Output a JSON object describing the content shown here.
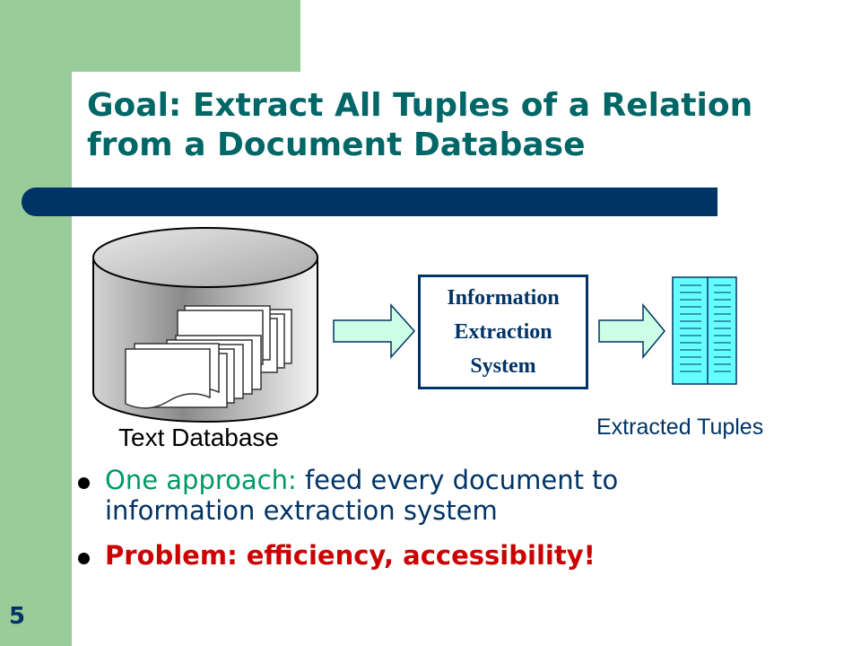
{
  "slide": {
    "title_line1": "Goal: Extract All Tuples of a Relation",
    "title_line2": "from a Document Database",
    "page_number": "5"
  },
  "diagram": {
    "database_label": "Text Database",
    "system_line1": "Information",
    "system_line2": "Extraction",
    "system_line3": "System",
    "output_label": "Extracted Tuples"
  },
  "bullets": {
    "item1_lead": "One approach:",
    "item1_line1_rest": " feed every document to",
    "item1_line2": "information extraction system",
    "item2": "Problem: efficiency, accessibility!"
  },
  "colors": {
    "title": "#006666",
    "accent_bar": "#003366",
    "sidebar": "#99cc99",
    "arrow_fill": "#ccffe6",
    "tuples_fill": "#66ffff",
    "problem_text": "#cc0000"
  }
}
